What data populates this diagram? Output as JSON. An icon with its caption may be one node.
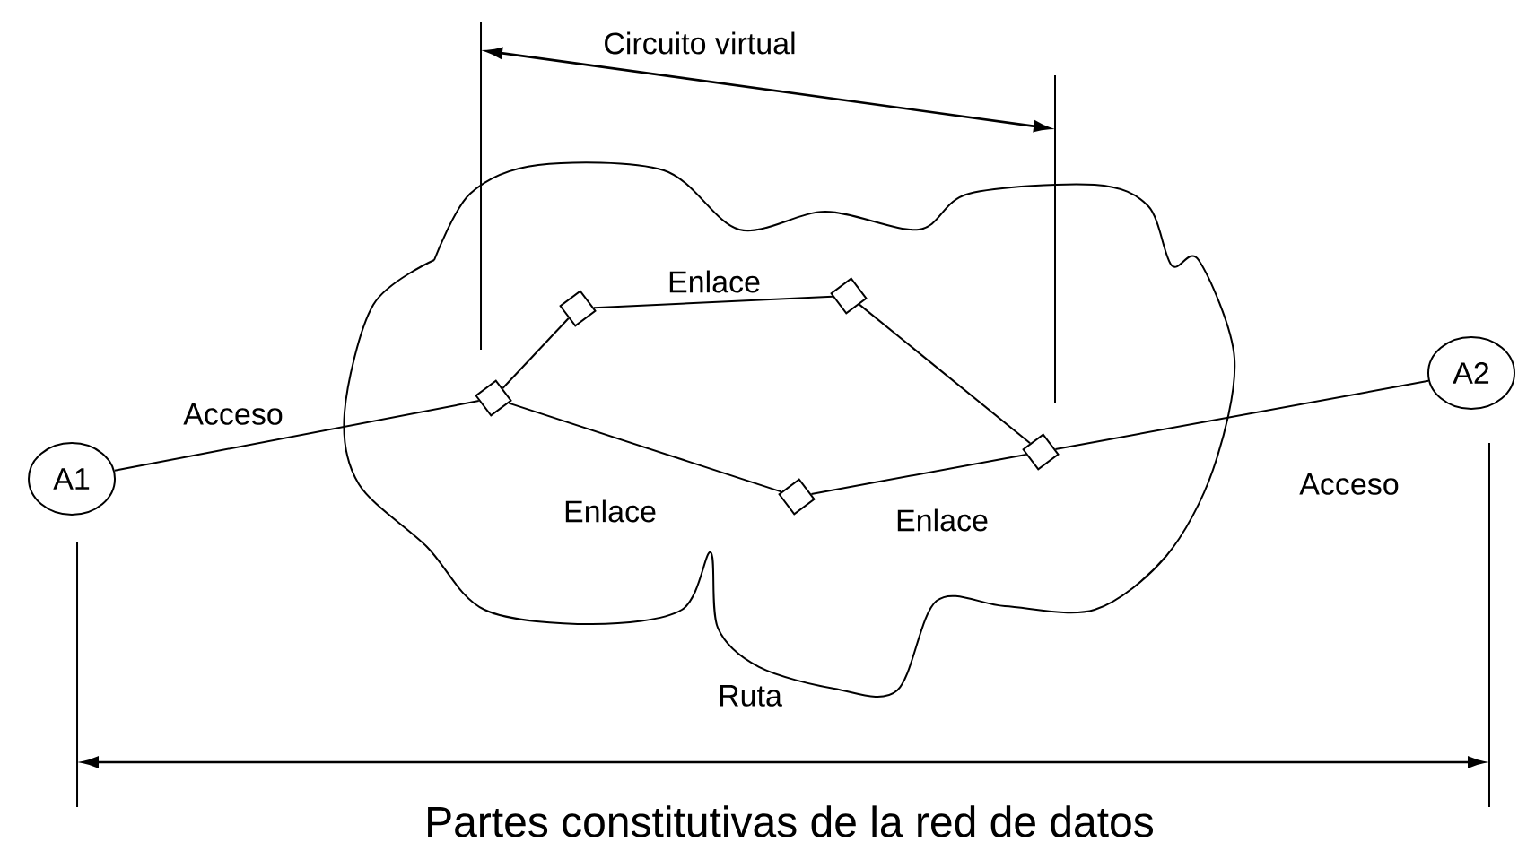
{
  "diagram": {
    "nodes": [
      {
        "text": [
          "A1"
        ]
      },
      {
        "text": [
          "A2"
        ]
      },
      {
        "text": [],
        "shape": "diamond"
      },
      {
        "text": [],
        "shape": "diamond"
      },
      {
        "text": [],
        "shape": "diamond"
      },
      {
        "text": [],
        "shape": "diamond"
      },
      {
        "text": [],
        "shape": "diamond"
      }
    ],
    "edges": [
      {
        "from": 0,
        "to": 2,
        "arrow": "none",
        "label": "Acceso"
      },
      {
        "from": 2,
        "to": 3,
        "arrow": "none"
      },
      {
        "from": 3,
        "to": 5,
        "arrow": "none",
        "label": "Enlace"
      },
      {
        "from": 5,
        "to": 6,
        "arrow": "none"
      },
      {
        "from": 2,
        "to": 4,
        "arrow": "none",
        "label": "Enlace"
      },
      {
        "from": 4,
        "to": 6,
        "arrow": "none",
        "label": "Enlace"
      },
      {
        "from": 6,
        "to": 1,
        "arrow": "none",
        "label": "Acceso"
      }
    ],
    "labels": [
      "Circuito virtual",
      "Ruta",
      "Partes constitutivas de la red de datos"
    ]
  }
}
